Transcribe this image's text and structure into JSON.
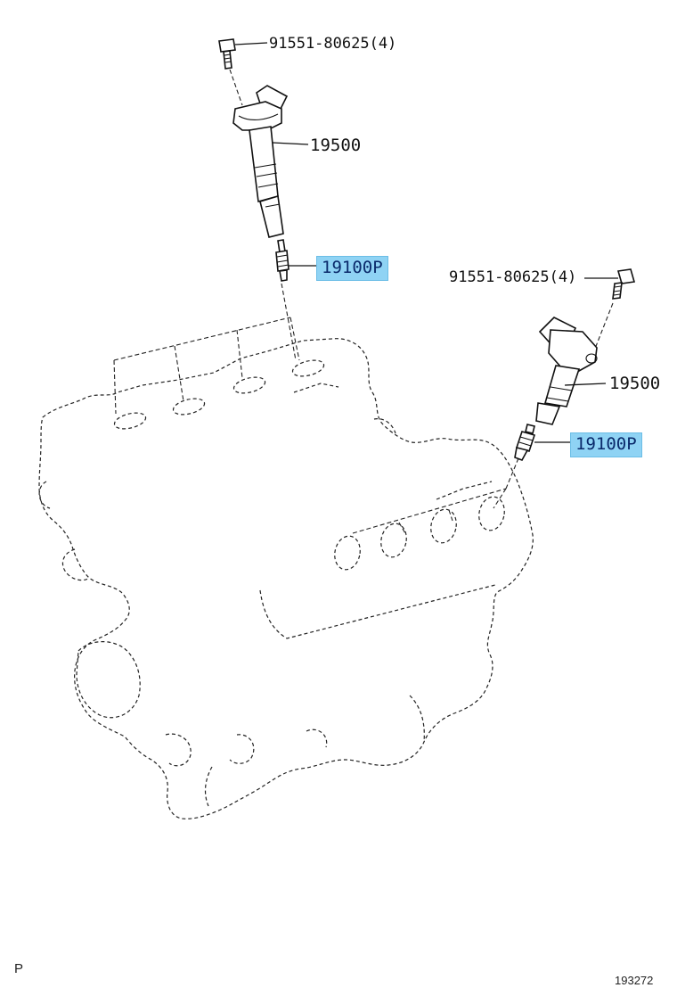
{
  "callouts": {
    "bolt_top": "91551-80625(4)",
    "coil_top": "19500",
    "plug_top": "19100P",
    "bolt_right": "91551-80625(4)",
    "coil_right": "19500",
    "plug_right": "19100P"
  },
  "footer": {
    "left_code": "P",
    "illustration_number": "193272"
  },
  "colors": {
    "highlight": "#8fd3f4",
    "line": "#111111"
  }
}
